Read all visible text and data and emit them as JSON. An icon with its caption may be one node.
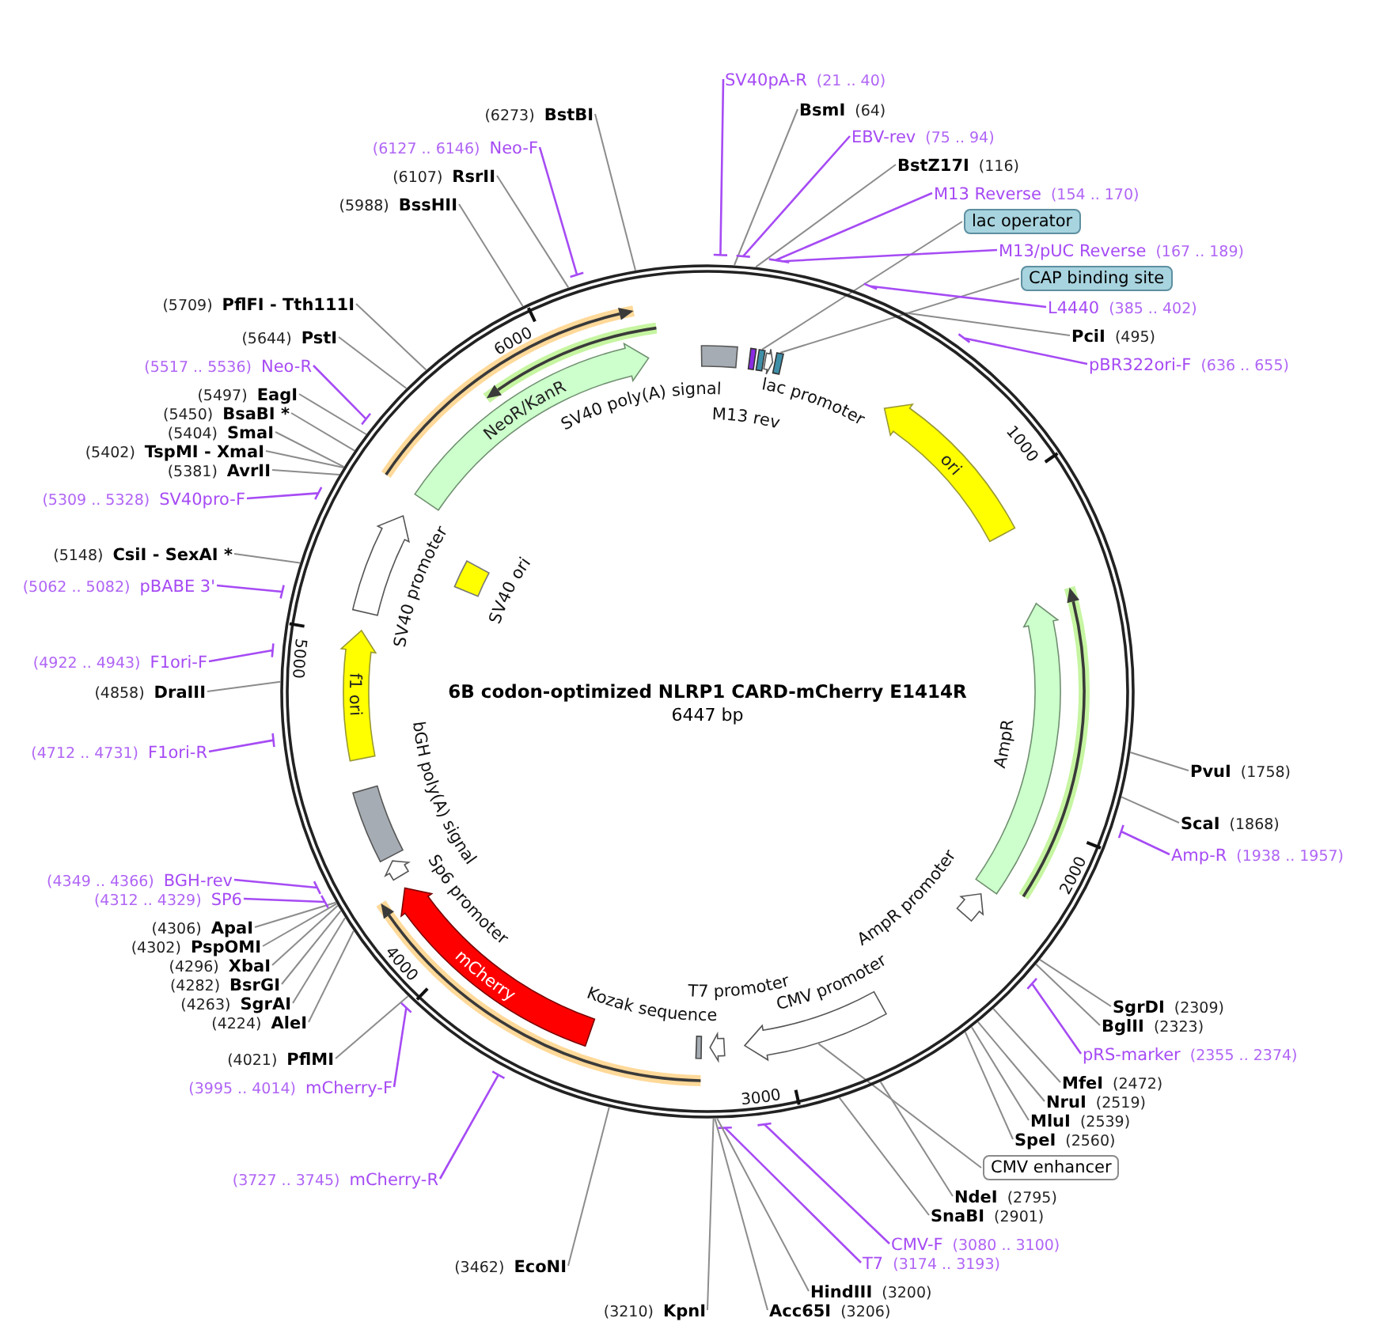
{
  "diagram": {
    "title": "6B codon-optimized NLRP1 CARD-mCherry E1414R",
    "nodes": [
      {
        "text": [
          "SV40pA-R",
          "(21 .. 40)"
        ]
      },
      {
        "text": [
          "BsmI",
          "(64)"
        ]
      },
      {
        "text": [
          "EBV-rev",
          "(75 .. 94)"
        ]
      },
      {
        "text": [
          "BstZ17I",
          "(116)"
        ]
      },
      {
        "text": [
          "M13 Reverse",
          "(154 .. 170)"
        ]
      },
      {
        "text": [
          "lac operator"
        ]
      },
      {
        "text": [
          "M13/pUC Reverse",
          "(167 .. 189)"
        ]
      },
      {
        "text": [
          "CAP binding site"
        ]
      },
      {
        "text": [
          "L4440",
          "(385 .. 402)"
        ]
      },
      {
        "text": [
          "PciI",
          "(495)"
        ]
      },
      {
        "text": [
          "pBR322ori-F",
          "(636 .. 655)"
        ]
      },
      {
        "text": [
          "PvuI",
          "(1758)"
        ]
      },
      {
        "text": [
          "ScaI",
          "(1868)"
        ]
      },
      {
        "text": [
          "Amp-R",
          "(1938 .. 1957)"
        ]
      },
      {
        "text": [
          "SgrDI",
          "(2309)"
        ]
      },
      {
        "text": [
          "BglII",
          "(2323)"
        ]
      },
      {
        "text": [
          "pRS-marker",
          "(2355 .. 2374)"
        ]
      },
      {
        "text": [
          "MfeI",
          "(2472)"
        ]
      },
      {
        "text": [
          "NruI",
          "(2519)"
        ]
      },
      {
        "text": [
          "MluI",
          "(2539)"
        ]
      },
      {
        "text": [
          "SpeI",
          "(2560)"
        ]
      },
      {
        "text": [
          "CMV enhancer"
        ]
      },
      {
        "text": [
          "NdeI",
          "(2795)"
        ]
      },
      {
        "text": [
          "SnaBI",
          "(2901)"
        ]
      },
      {
        "text": [
          "CMV-F",
          "(3080 .. 3100)"
        ]
      },
      {
        "text": [
          "T7",
          "(3174 .. 3193)"
        ]
      },
      {
        "text": [
          "HindIII",
          "(3200)"
        ]
      },
      {
        "text": [
          "Acc65I",
          "(3206)"
        ]
      },
      {
        "text": [
          "(3210)",
          "KpnI"
        ]
      },
      {
        "text": [
          "(3462)",
          "EcoNI"
        ]
      },
      {
        "text": [
          "(3727 .. 3745)",
          "mCherry-R"
        ]
      },
      {
        "text": [
          "(3995 .. 4014)",
          "mCherry-F"
        ]
      },
      {
        "text": [
          "(4021)",
          "PflMI"
        ]
      },
      {
        "text": [
          "(4224)",
          "AleI"
        ]
      },
      {
        "text": [
          "(4263)",
          "SgrAI"
        ]
      },
      {
        "text": [
          "(4282)",
          "BsrGI"
        ]
      },
      {
        "text": [
          "(4296)",
          "XbaI"
        ]
      },
      {
        "text": [
          "(4302)",
          "PspOMI"
        ]
      },
      {
        "text": [
          "(4306)",
          "ApaI"
        ]
      },
      {
        "text": [
          "(4312 .. 4329)",
          "SP6"
        ]
      },
      {
        "text": [
          "(4349 .. 4366)",
          "BGH-rev"
        ]
      },
      {
        "text": [
          "(4712 .. 4731)",
          "F1ori-R"
        ]
      },
      {
        "text": [
          "(4858)",
          "DraIII"
        ]
      },
      {
        "text": [
          "(4922 .. 4943)",
          "F1ori-F"
        ]
      },
      {
        "text": [
          "(5062 .. 5082)",
          "pBABE 3'"
        ]
      },
      {
        "text": [
          "(5148)",
          "CsiI - SexAI *"
        ]
      },
      {
        "text": [
          "(5309 .. 5328)",
          "SV40pro-F"
        ]
      },
      {
        "text": [
          "(5381)",
          "AvrII"
        ]
      },
      {
        "text": [
          "(5402)",
          "TspMI - XmaI"
        ]
      },
      {
        "text": [
          "(5404)",
          "SmaI"
        ]
      },
      {
        "text": [
          "(5450)",
          "BsaBI *"
        ]
      },
      {
        "text": [
          "(5497)",
          "EagI"
        ]
      },
      {
        "text": [
          "(5517 .. 5536)",
          "Neo-R"
        ]
      },
      {
        "text": [
          "(5644)",
          "PstI"
        ]
      },
      {
        "text": [
          "(5709)",
          "PflFI - Tth111I"
        ]
      },
      {
        "text": [
          "(5988)",
          "BssHII"
        ]
      },
      {
        "text": [
          "(6107)",
          "RsrII"
        ]
      },
      {
        "text": [
          "(6127 .. 6146)",
          "Neo-F"
        ]
      },
      {
        "text": [
          "(6273)",
          "BstBI"
        ]
      },
      {
        "text": [
          "NeoR/KanR"
        ]
      },
      {
        "text": [
          "SV40 poly(A) signal"
        ]
      },
      {
        "text": [
          "M13 rev"
        ]
      },
      {
        "text": [],
        "shape": "box"
      },
      {
        "text": [
          "lac promoter"
        ]
      },
      {
        "text": [],
        "shape": "box"
      },
      {
        "text": [
          "ori"
        ]
      },
      {
        "text": [
          "AmpR"
        ]
      },
      {
        "text": [
          "AmpR promoter"
        ]
      },
      {
        "text": [
          "CMV promoter"
        ]
      },
      {
        "text": [
          "T7 promoter"
        ]
      },
      {
        "text": [
          "Kozak sequence"
        ]
      },
      {
        "text": [
          "mCherry"
        ]
      },
      {
        "text": [
          "Sp6 promoter"
        ]
      },
      {
        "text": [
          "bGH poly(A) signal"
        ]
      },
      {
        "text": [
          "f1 ori"
        ]
      },
      {
        "text": [
          "SV40 promoter"
        ]
      },
      {
        "text": [
          "SV40 ori"
        ]
      }
    ],
    "edges": [
      {
        "from": 0,
        "to": null,
        "arrow": "none",
        "color": "#a64bf4"
      },
      {
        "from": 1,
        "to": null,
        "arrow": "none"
      },
      {
        "from": 2,
        "to": null,
        "arrow": "none",
        "color": "#a64bf4"
      },
      {
        "from": 3,
        "to": null,
        "arrow": "none"
      },
      {
        "from": 4,
        "to": null,
        "arrow": "none",
        "color": "#a64bf4"
      },
      {
        "from": 5,
        "to": 62,
        "arrow": "none"
      },
      {
        "from": 6,
        "to": null,
        "arrow": "none",
        "color": "#a64bf4"
      },
      {
        "from": 7,
        "to": 64,
        "arrow": "none"
      },
      {
        "from": 8,
        "to": null,
        "arrow": "none",
        "color": "#a64bf4"
      },
      {
        "from": 9,
        "to": null,
        "arrow": "none"
      },
      {
        "from": 10,
        "to": null,
        "arrow": "none",
        "color": "#a64bf4"
      },
      {
        "from": 11,
        "to": null,
        "arrow": "none"
      },
      {
        "from": 12,
        "to": null,
        "arrow": "none"
      },
      {
        "from": 13,
        "to": null,
        "arrow": "none",
        "color": "#a64bf4"
      },
      {
        "from": 14,
        "to": null,
        "arrow": "none"
      },
      {
        "from": 15,
        "to": null,
        "arrow": "none"
      },
      {
        "from": 16,
        "to": null,
        "arrow": "none",
        "color": "#a64bf4"
      },
      {
        "from": 17,
        "to": null,
        "arrow": "none"
      },
      {
        "from": 18,
        "to": null,
        "arrow": "none"
      },
      {
        "from": 19,
        "to": null,
        "arrow": "none"
      },
      {
        "from": 20,
        "to": null,
        "arrow": "none"
      },
      {
        "from": 21,
        "to": 68,
        "arrow": "none"
      },
      {
        "from": 22,
        "to": null,
        "arrow": "none"
      },
      {
        "from": 23,
        "to": null,
        "arrow": "none"
      },
      {
        "from": 24,
        "to": null,
        "arrow": "none",
        "color": "#a64bf4"
      },
      {
        "from": 25,
        "to": null,
        "arrow": "none",
        "color": "#a64bf4"
      },
      {
        "from": 26,
        "to": null,
        "arrow": "none"
      },
      {
        "from": 27,
        "to": null,
        "arrow": "none"
      },
      {
        "from": 28,
        "to": null,
        "arrow": "none"
      },
      {
        "from": 29,
        "to": null,
        "arrow": "none"
      },
      {
        "from": 30,
        "to": null,
        "arrow": "none",
        "color": "#a64bf4"
      },
      {
        "from": 31,
        "to": null,
        "arrow": "none",
        "color": "#a64bf4"
      },
      {
        "from": 32,
        "to": null,
        "arrow": "none"
      },
      {
        "from": 33,
        "to": null,
        "arrow": "none"
      },
      {
        "from": 34,
        "to": null,
        "arrow": "none"
      },
      {
        "from": 35,
        "to": null,
        "arrow": "none"
      },
      {
        "from": 36,
        "to": null,
        "arrow": "none"
      },
      {
        "from": 37,
        "to": null,
        "arrow": "none"
      },
      {
        "from": 38,
        "to": null,
        "arrow": "none"
      },
      {
        "from": 39,
        "to": null,
        "arrow": "none",
        "color": "#a64bf4"
      },
      {
        "from": 40,
        "to": null,
        "arrow": "none",
        "color": "#a64bf4"
      },
      {
        "from": 41,
        "to": null,
        "arrow": "none",
        "color": "#a64bf4"
      },
      {
        "from": 42,
        "to": null,
        "arrow": "none"
      },
      {
        "from": 43,
        "to": null,
        "arrow": "none",
        "color": "#a64bf4"
      },
      {
        "from": 44,
        "to": null,
        "arrow": "none",
        "color": "#a64bf4"
      },
      {
        "from": 45,
        "to": null,
        "arrow": "none"
      },
      {
        "from": 46,
        "to": null,
        "arrow": "none",
        "color": "#a64bf4"
      },
      {
        "from": 47,
        "to": null,
        "arrow": "none"
      },
      {
        "from": 48,
        "to": null,
        "arrow": "none"
      },
      {
        "from": 49,
        "to": null,
        "arrow": "none"
      },
      {
        "from": 50,
        "to": null,
        "arrow": "none"
      },
      {
        "from": 51,
        "to": null,
        "arrow": "none"
      },
      {
        "from": 52,
        "to": null,
        "arrow": "none",
        "color": "#a64bf4"
      },
      {
        "from": 53,
        "to": null,
        "arrow": "none"
      },
      {
        "from": 54,
        "to": null,
        "arrow": "none"
      },
      {
        "from": 55,
        "to": null,
        "arrow": "none"
      },
      {
        "from": 56,
        "to": null,
        "arrow": "none"
      },
      {
        "from": 57,
        "to": null,
        "arrow": "none",
        "color": "#a64bf4"
      },
      {
        "from": 58,
        "to": null,
        "arrow": "none"
      }
    ],
    "labels": [
      "6447 bp",
      "1000",
      "2000",
      "3000",
      "4000",
      "5000",
      "6000"
    ]
  }
}
